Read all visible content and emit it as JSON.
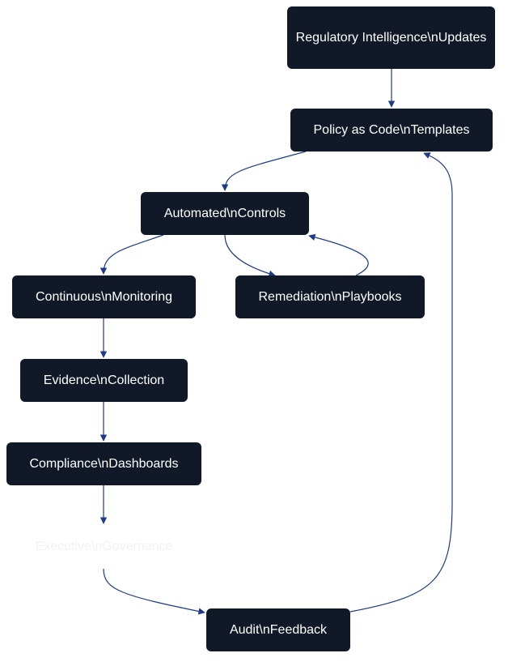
{
  "diagram": {
    "edge_color": "#1e3a8a",
    "node_fill": "#111827",
    "node_text_color": "#ffffff",
    "nodes": {
      "regulatory": "Regulatory Intelligence\\nUpdates",
      "policy": "Policy as Code\\nTemplates",
      "automated": "Automated\\nControls",
      "monitoring": "Continuous\\nMonitoring",
      "remediation": "Remediation\\nPlaybooks",
      "evidence": "Evidence\\nCollection",
      "dashboards": "Compliance\\nDashboards",
      "executive": "Executive\\nGovernance",
      "audit": "Audit\\nFeedback"
    },
    "edges": [
      {
        "from": "regulatory",
        "to": "policy"
      },
      {
        "from": "policy",
        "to": "automated"
      },
      {
        "from": "automated",
        "to": "monitoring"
      },
      {
        "from": "automated",
        "to": "remediation"
      },
      {
        "from": "remediation",
        "to": "automated"
      },
      {
        "from": "monitoring",
        "to": "evidence"
      },
      {
        "from": "evidence",
        "to": "dashboards"
      },
      {
        "from": "dashboards",
        "to": "executive"
      },
      {
        "from": "executive",
        "to": "audit"
      },
      {
        "from": "audit",
        "to": "policy"
      }
    ]
  }
}
